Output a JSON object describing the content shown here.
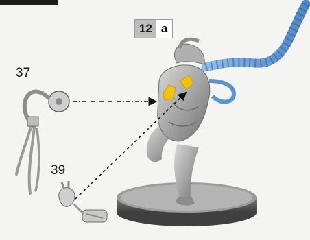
{
  "step": {
    "number": "12",
    "letter": "a"
  },
  "parts": [
    {
      "label": "37",
      "icon": "claw-arm-part-icon"
    },
    {
      "label": "39",
      "icon": "hand-part-icon"
    }
  ],
  "colors": {
    "highlight": "#f4c20d",
    "cable": "#6aa0d8",
    "miniature_grey": "#9b9b9b",
    "base": "#5a5a5a"
  }
}
